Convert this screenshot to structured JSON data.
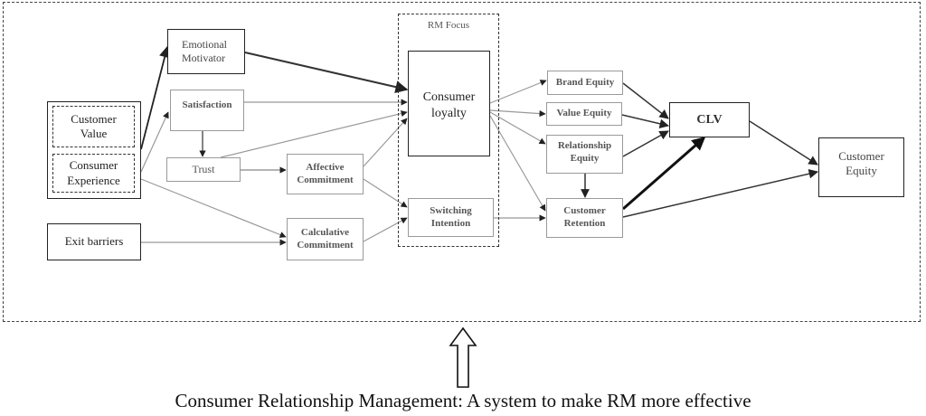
{
  "diagram": {
    "rm_focus_label": "RM Focus",
    "nodes": {
      "customer_value": "Customer Value",
      "consumer_experience": "Consumer Experience",
      "exit_barriers": "Exit barriers",
      "emotional_motivator": "Emotional Motivator",
      "satisfaction": "Satisfaction",
      "trust": "Trust",
      "affective_commitment": "Affective Commitment",
      "calculative_commitment": "Calculative Commitment",
      "consumer_loyalty": "Consumer loyalty",
      "switching_intention": "Switching Intention",
      "brand_equity": "Brand Equity",
      "value_equity": "Value Equity",
      "relationship_equity": "Relationship Equity",
      "customer_retention": "Customer Retention",
      "clv": "CLV",
      "customer_equity": "Customer Equity"
    },
    "edges": [
      {
        "from": "customer_value_experience",
        "to": "emotional_motivator",
        "style": "dark"
      },
      {
        "from": "customer_value_experience",
        "to": "satisfaction",
        "style": "light"
      },
      {
        "from": "customer_value_experience",
        "to": "calculative_commitment",
        "style": "light"
      },
      {
        "from": "exit_barriers",
        "to": "calculative_commitment",
        "style": "light"
      },
      {
        "from": "satisfaction",
        "to": "trust",
        "style": "dark"
      },
      {
        "from": "trust",
        "to": "affective_commitment",
        "style": "dark"
      },
      {
        "from": "emotional_motivator",
        "to": "consumer_loyalty",
        "style": "dark"
      },
      {
        "from": "satisfaction",
        "to": "consumer_loyalty",
        "style": "light"
      },
      {
        "from": "trust",
        "to": "consumer_loyalty",
        "style": "light"
      },
      {
        "from": "affective_commitment",
        "to": "consumer_loyalty",
        "style": "light"
      },
      {
        "from": "affective_commitment",
        "to": "switching_intention",
        "style": "light"
      },
      {
        "from": "calculative_commitment",
        "to": "switching_intention",
        "style": "light"
      },
      {
        "from": "consumer_loyalty",
        "to": "brand_equity",
        "style": "light"
      },
      {
        "from": "consumer_loyalty",
        "to": "value_equity",
        "style": "light"
      },
      {
        "from": "consumer_loyalty",
        "to": "relationship_equity",
        "style": "light"
      },
      {
        "from": "consumer_loyalty",
        "to": "customer_retention",
        "style": "light"
      },
      {
        "from": "switching_intention",
        "to": "customer_retention",
        "style": "light"
      },
      {
        "from": "relationship_equity",
        "to": "customer_retention",
        "style": "dark"
      },
      {
        "from": "brand_equity",
        "to": "clv",
        "style": "dark"
      },
      {
        "from": "value_equity",
        "to": "clv",
        "style": "dark"
      },
      {
        "from": "relationship_equity",
        "to": "clv",
        "style": "dark"
      },
      {
        "from": "customer_retention",
        "to": "clv",
        "style": "bold"
      },
      {
        "from": "clv",
        "to": "customer_equity",
        "style": "dark"
      },
      {
        "from": "customer_retention",
        "to": "customer_equity",
        "style": "dark"
      }
    ],
    "caption": "Consumer Relationship Management: A system to make RM more effective"
  }
}
